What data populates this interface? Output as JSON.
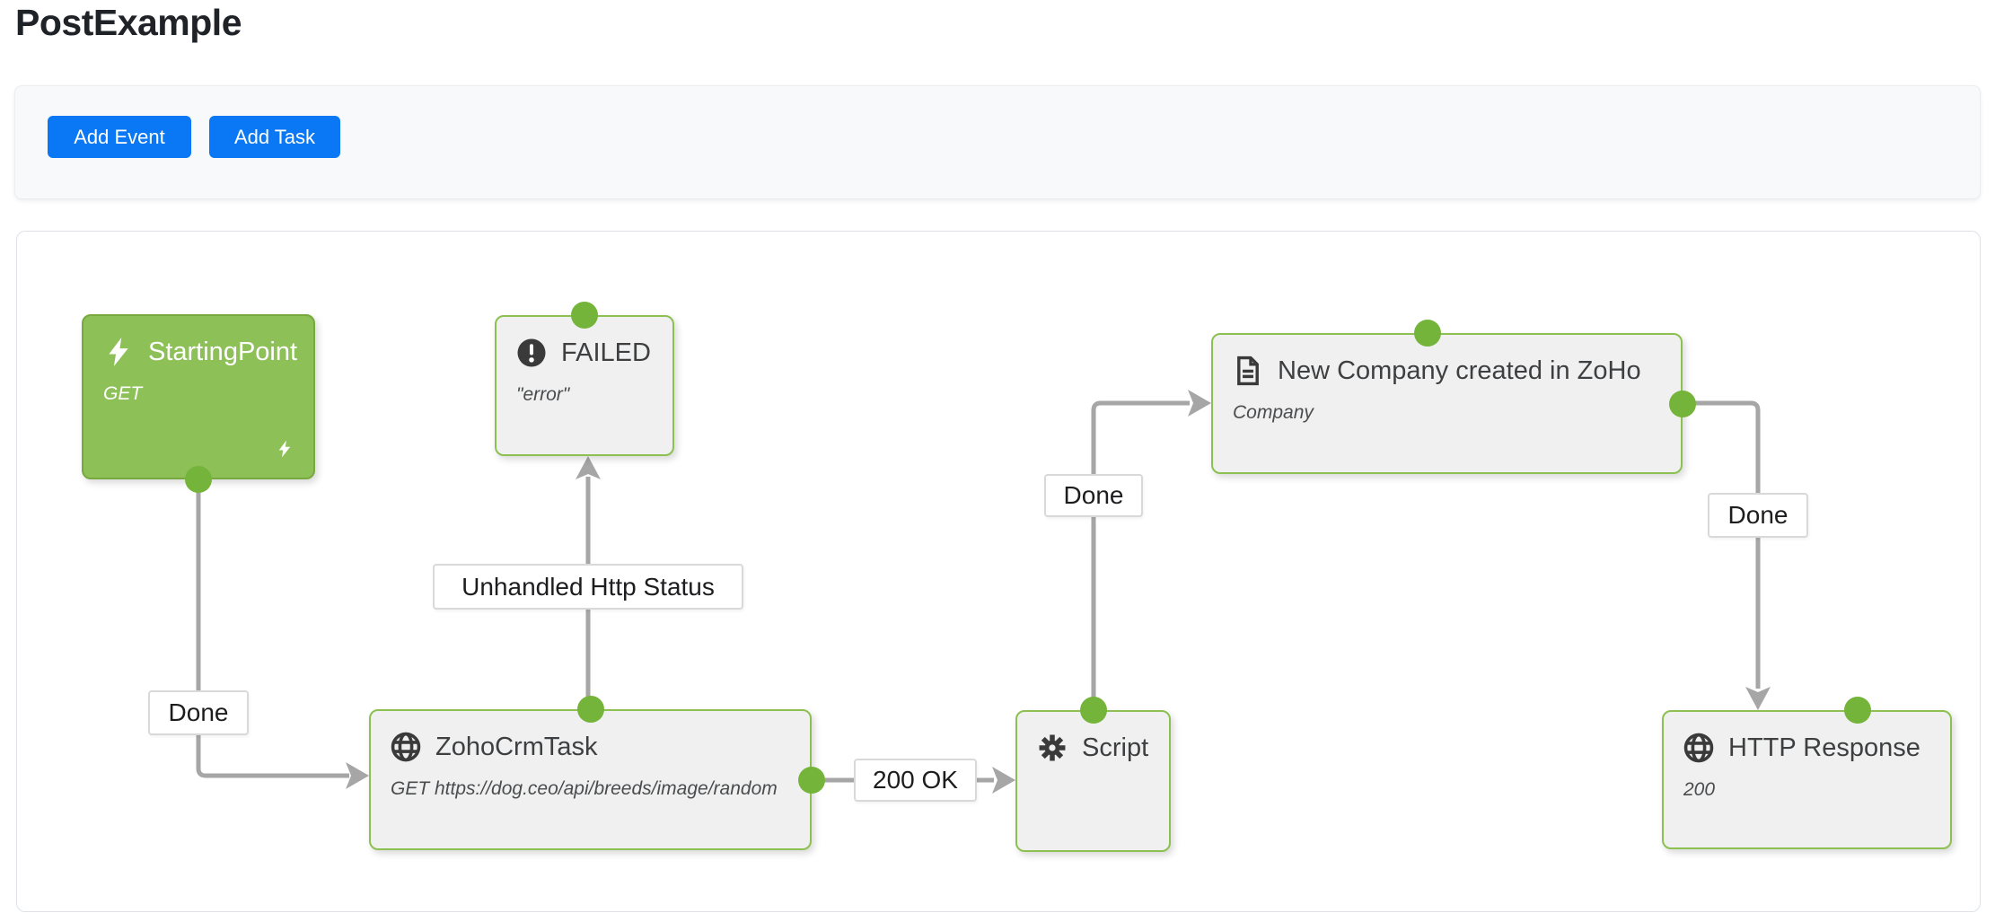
{
  "page": {
    "title": "PostExample"
  },
  "toolbar": {
    "add_event_label": "Add Event",
    "add_task_label": "Add Task"
  },
  "nodes": [
    {
      "id": "starting-point",
      "title": "StartingPoint",
      "subtitle": "GET",
      "icon": "lightning-icon",
      "style": "green-event"
    },
    {
      "id": "failed",
      "title": "FAILED",
      "subtitle": "\"error\"",
      "icon": "exclamation-circle-icon",
      "style": "task"
    },
    {
      "id": "zoho-crm-task",
      "title": "ZohoCrmTask",
      "subtitle": "GET https://dog.ceo/api/breeds/image/random",
      "icon": "globe-icon",
      "style": "task"
    },
    {
      "id": "script",
      "title": "Script",
      "subtitle": "",
      "icon": "gear-icon",
      "style": "task"
    },
    {
      "id": "new-company",
      "title": "New Company created in ZoHo",
      "subtitle": "Company",
      "icon": "file-text-icon",
      "style": "task"
    },
    {
      "id": "http-response",
      "title": "HTTP Response",
      "subtitle": "200",
      "icon": "globe-icon",
      "style": "task"
    }
  ],
  "edges": [
    {
      "label": "Done",
      "from": "starting-point",
      "to": "zoho-crm-task"
    },
    {
      "label": "Unhandled Http Status",
      "from": "zoho-crm-task",
      "to": "failed"
    },
    {
      "label": "200 OK",
      "from": "zoho-crm-task",
      "to": "script"
    },
    {
      "label": "Done",
      "from": "script",
      "to": "new-company"
    },
    {
      "label": "Done",
      "from": "new-company",
      "to": "http-response"
    }
  ],
  "colors": {
    "primary_button": "#0a78f5",
    "event_node_fill": "#8dc158",
    "event_node_border": "#77a93e",
    "task_node_fill": "#f0f0f0",
    "task_node_border": "#8cc152",
    "connector_dot": "#75b43a",
    "edge": "#a6a6a6"
  }
}
